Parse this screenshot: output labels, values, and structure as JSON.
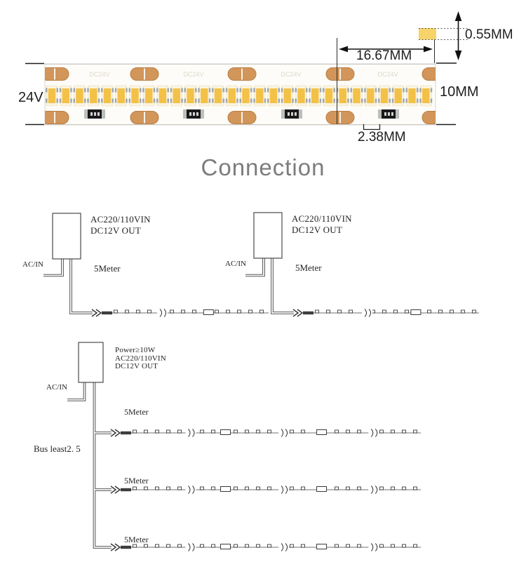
{
  "colors": {
    "pad_copper": "#d2955a",
    "pad_copper_dark": "#bb7f43",
    "led_yellow": "#f3c147",
    "led_rim": "#faf3de",
    "led_leg": "#a2a7ab",
    "dim_chip_yellow": "#f6d469",
    "pcb_print_gray": "#ddd8c9",
    "title_gray": "#7c7c7c",
    "line_dark": "#3f3f3f"
  },
  "strip": {
    "voltage": "24V",
    "width_dim": "10MM",
    "height_dim": "0.55MM",
    "cut_dim": "16.67MM",
    "pitch_dim": "2.38MM",
    "pcb_print": "DC24V",
    "led_count": 28,
    "pad_centers": [
      78,
      206,
      345,
      485,
      622
    ],
    "resistor_centers": [
      135,
      276,
      416,
      554
    ],
    "print_centers": [
      142,
      276,
      415,
      553
    ]
  },
  "connection": {
    "title": "Connection",
    "psus": [
      {
        "specs": [
          "AC220/110VIN",
          "DC12V OUT"
        ],
        "ac": "AC/IN",
        "meter": "5Meter"
      },
      {
        "specs": [
          "AC220/110VIN",
          "DC12V OUT"
        ],
        "ac": "AC/IN",
        "meter": "5Meter"
      }
    ],
    "bus_psu": {
      "specs": [
        "Power≥10W",
        "AC220/110VIN",
        "DC12V OUT"
      ],
      "ac": "AC/IN",
      "bus_note": "Bus least2. 5",
      "meters": [
        "5Meter",
        "5Meter",
        "5Meter"
      ]
    }
  }
}
